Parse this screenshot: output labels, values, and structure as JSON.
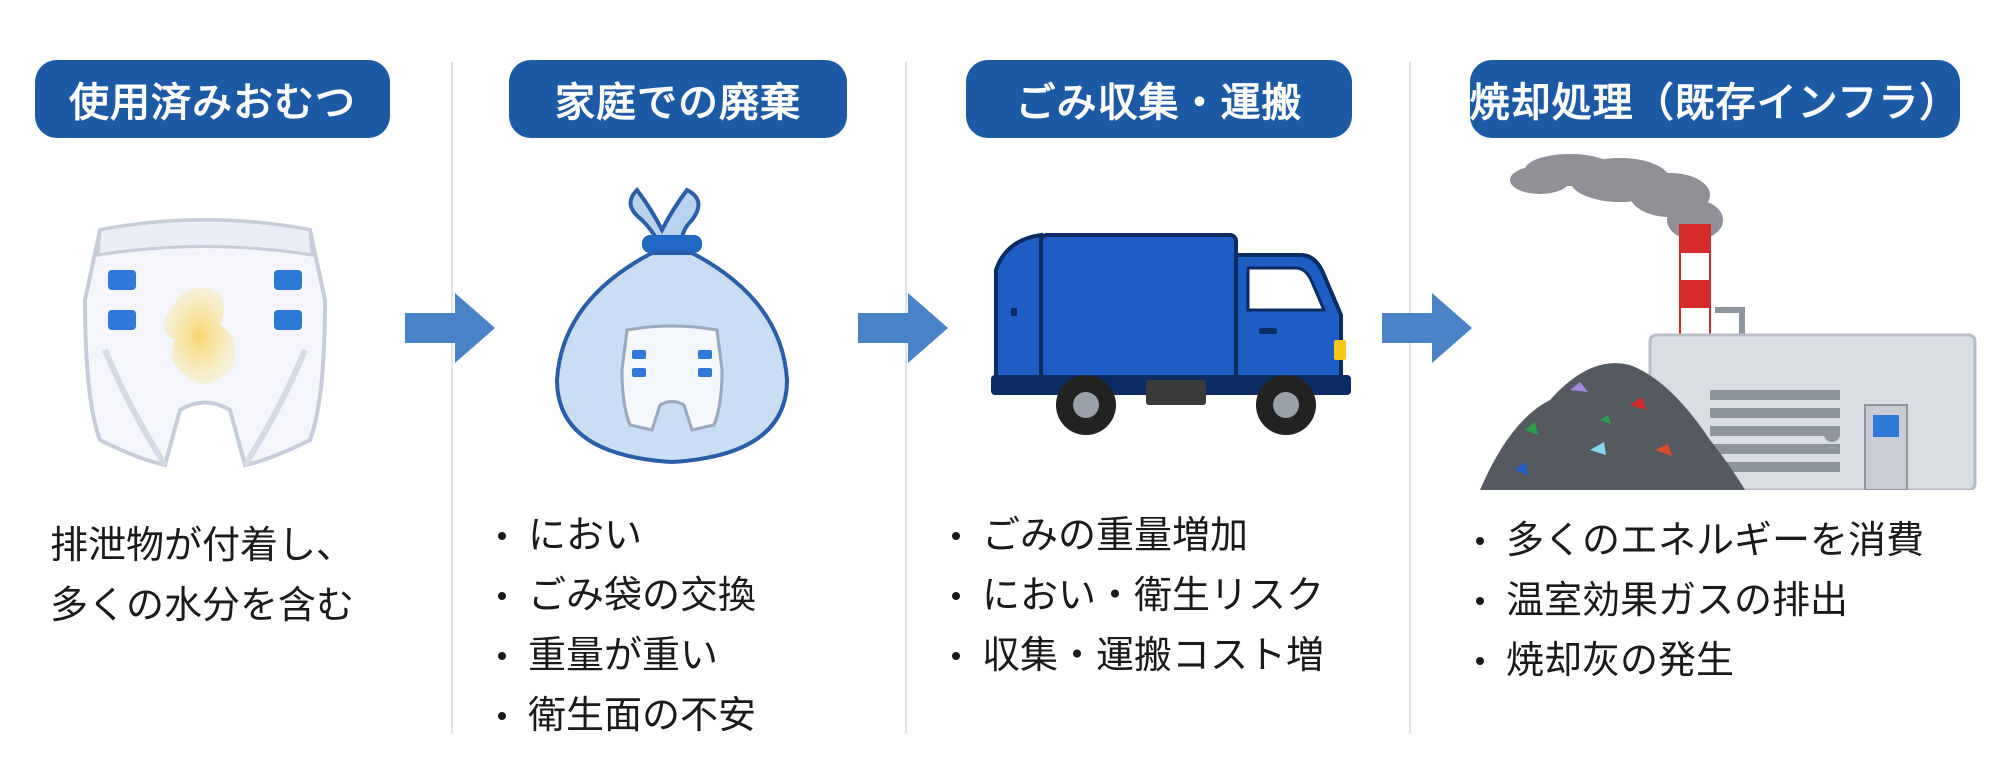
{
  "colors": {
    "accent": "#1d5aa6",
    "arrow": "#4a82c8",
    "truck": "#1e5ec4",
    "chimney_red": "#d42a2a"
  },
  "stages": [
    {
      "title": "使用済みおむつ",
      "icon": "used-diaper-icon",
      "description": [
        "排泄物が付着し、",
        "多くの水分を含む"
      ]
    },
    {
      "title": "家庭での廃棄",
      "icon": "garbage-bag-icon",
      "bullets": [
        "におい",
        "ごみ袋の交換",
        "重量が重い",
        "衛生面の不安"
      ]
    },
    {
      "title": "ごみ収集・運搬",
      "icon": "garbage-truck-icon",
      "bullets": [
        "ごみの重量増加",
        "におい・衛生リスク",
        "収集・運搬コスト増"
      ]
    },
    {
      "title": "焼却処理（既存インフラ）",
      "icon": "incinerator-plant-icon",
      "bullets": [
        "多くのエネルギーを消費",
        "温室効果ガスの排出",
        "焼却灰の発生"
      ]
    }
  ]
}
